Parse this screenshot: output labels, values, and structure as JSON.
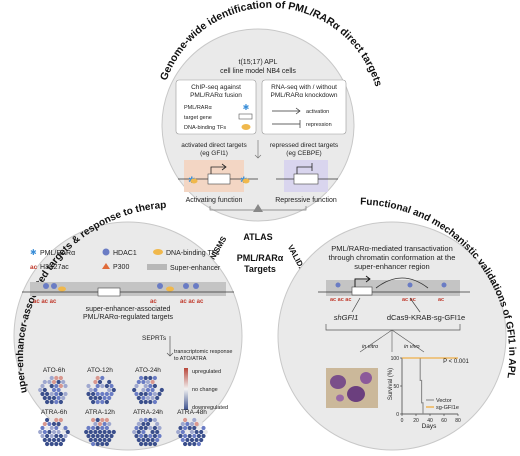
{
  "colors": {
    "circle_fill": "#eaeaea",
    "circle_stroke": "#c8c8c8",
    "activate_box": "#f3d6c4",
    "repress_box": "#d9d5ee",
    "upregulated": "#b8463a",
    "downregulated": "#3b4f8c",
    "vector_line": "#8a8a8a",
    "sg_line": "#f0a020"
  },
  "top": {
    "arc_title": "Genome-wide identification of PML/RARα direct targets",
    "cell_line_1": "t(15;17) APL",
    "cell_line_2": "cell line model NB4 cells",
    "chip_1": "ChIP-seq against",
    "chip_2": "PML/RARα fusion",
    "rna_1": "RNA-seq with / without",
    "rna_2": "PML/RARα knockdown",
    "leg_pml": "PML/RARα",
    "leg_target": "target gene",
    "leg_tf": "DNA-binding TFs",
    "leg_activation": "activation",
    "leg_repression": "repression",
    "act_title_1": "activated direct targets",
    "act_title_2": "(eg GFI1)",
    "rep_title_1": "repressed direct targets",
    "rep_title_2": "(eg CEBPE)",
    "act_fn": "Activating function",
    "rep_fn": "Repressive function"
  },
  "center": {
    "atlas": "ATLAS",
    "line1": "PML/RARα",
    "line2": "Targets",
    "mechanisms": "MECHANISMS",
    "validations": "VALIDATIONS"
  },
  "left": {
    "arc_title": "Super-enhancer-associated targets & response to therapy",
    "leg_pml": "PML/RARα",
    "leg_hdac1": "HDAC1",
    "leg_tfs": "DNA-binding TFs",
    "leg_h3k27ac": "H3K27ac",
    "leg_p300": "P300",
    "leg_se": "Super-enhancer",
    "se_text_1": "super-enhancer-associated",
    "se_text_2": "PML/RARα-regulated targets",
    "sepr": "SEPRTs",
    "response_1": "transcriptomic response",
    "response_2": "to ATO/ATRA",
    "up": "upregulated",
    "no_change": "no change",
    "down": "downregulated",
    "groups": [
      "ATO-6h",
      "ATO-12h",
      "ATO-24h",
      "ATRA-6h",
      "ATRA-12h",
      "ATRA-24h",
      "ATRA-48h"
    ]
  },
  "right": {
    "arc_title": "Functional and mechanistic validations of GFI1 in APL",
    "subtitle_1": "PML/RARα-mediated transactivation",
    "subtitle_2": "through chromatin conformation at the",
    "subtitle_3": "super-enhancer region",
    "sh": "shGFI1",
    "dcas": "dCas9-KRAB-sg-GFI1e",
    "in_vitro": "in vitro",
    "in_vivo": "in vivo",
    "pval": "P < 0.001",
    "legend_vector": "Vector",
    "legend_sg": "sg-GFI1e",
    "ylabel": "Survival (%)",
    "xlabel": "Days"
  },
  "chart_data": {
    "type": "line",
    "title": "",
    "xlabel": "Days",
    "ylabel": "Survival (%)",
    "xlim": [
      0,
      80
    ],
    "ylim": [
      0,
      100
    ],
    "x_ticks": [
      0,
      20,
      40,
      60,
      80
    ],
    "y_ticks": [
      0,
      50,
      100
    ],
    "series": [
      {
        "name": "Vector",
        "x": [
          0,
          26,
          26,
          28,
          28,
          30,
          30
        ],
        "y": [
          100,
          100,
          60,
          60,
          20,
          20,
          0
        ]
      },
      {
        "name": "sg-GFI1e",
        "x": [
          0,
          80
        ],
        "y": [
          100,
          100
        ]
      }
    ]
  }
}
